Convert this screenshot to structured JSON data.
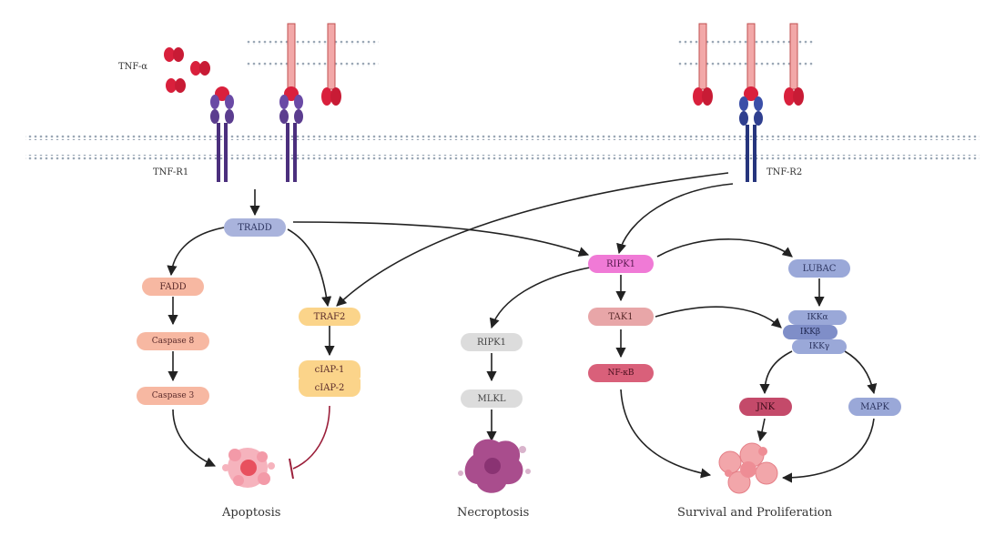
{
  "labels": {
    "ligand": "TNF-α",
    "receptor1": "TNF-R1",
    "receptor2": "TNF-R2"
  },
  "nodes": {
    "tradd": "TRADD",
    "fadd": "FADD",
    "caspase8": "Caspase 8",
    "caspase3": "Caspase 3",
    "traf2": "TRAF2",
    "ciap1": "cIAP-1",
    "ciap2": "cIAP-2",
    "ripk1_top": "RIPK1",
    "ripk1_mid": "RIPK1",
    "mlkl": "MLKL",
    "tak1": "TAK1",
    "nfkb": "NF-κB",
    "lubac": "LUBAC",
    "ikka": "IKKα",
    "ikkb": "IKKβ",
    "ikkg": "IKKγ",
    "jnk": "JNK",
    "mapk": "MAPK"
  },
  "outcomes": {
    "apoptosis": "Apoptosis",
    "necroptosis": "Necroptosis",
    "survival": "Survival and Proliferation"
  },
  "colors": {
    "membrane": "#9aa7b5",
    "receptor1": "#5b3d8f",
    "receptor2": "#2f3f8f",
    "ligand": "#d9203c",
    "stalk": "#f2a8a8",
    "apoptosis_nodes": "#f7b8a2",
    "traf_nodes": "#fbd48a",
    "ripk_top": "#f07ad6",
    "necro_nodes": "#dcdcdc",
    "survival_nodes": "#e8a6a8",
    "nfkb_node": "#d9607a",
    "ikk_nodes": "#9aa8d8",
    "jnk_node": "#c44a6a",
    "arrow": "#222222",
    "inhibit": "#9b1f3a"
  }
}
